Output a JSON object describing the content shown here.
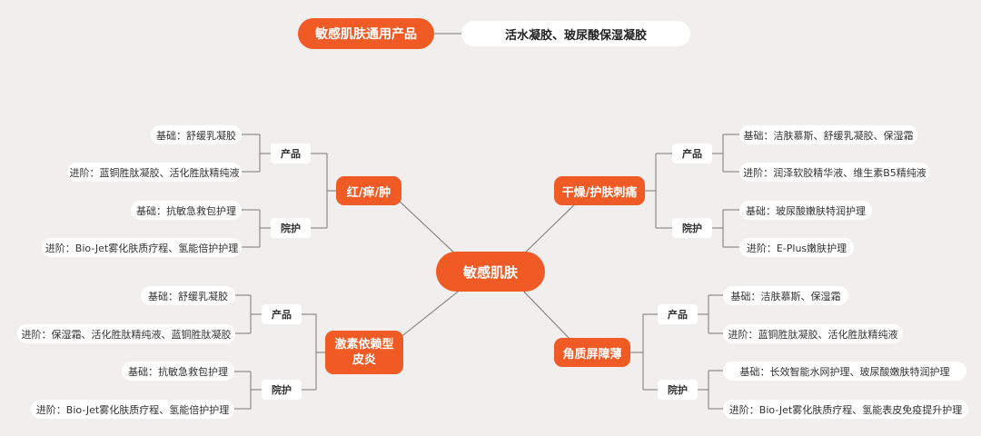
{
  "header": {
    "title": "敏感肌肤通用产品",
    "value": "活水凝胶、玻尿酸保湿凝胶"
  },
  "center": "敏感肌肤",
  "branches": {
    "top_left": {
      "label": "红/痒/肿",
      "product_label": "产品",
      "product_basic": "基础：舒缓乳凝胶",
      "product_advanced": "进阶：蓝铜胜肽凝胶、活化胜肽精纯液",
      "care_label": "院护",
      "care_basic": "基础：抗敏急救包护理",
      "care_advanced": "进阶：Bio-Jet雾化肤质疗程、氢能倍护护理"
    },
    "bottom_left": {
      "label_line1": "激素依赖型",
      "label_line2": "皮炎",
      "product_label": "产品",
      "product_basic": "基础：舒缓乳凝胶",
      "product_advanced": "进阶：保湿霜、活化胜肽精纯液、蓝铜胜肽凝胶",
      "care_label": "院护",
      "care_basic": "基础：抗敏急救包护理",
      "care_advanced": "进阶：Bio-Jet雾化肤质疗程、氢能倍护护理"
    },
    "top_right": {
      "label": "干燥/护肤刺痛",
      "product_label": "产品",
      "product_basic": "基础：洁肤慕斯、舒缓乳凝胶、保湿霜",
      "product_advanced": "进阶：润泽软胶精华液、维生素B5精纯液",
      "care_label": "院护",
      "care_basic": "基础：玻尿酸嫩肤特润护理",
      "care_advanced": "进阶：E-Plus嫩肤护理"
    },
    "bottom_right": {
      "label": "角质屏障薄",
      "product_label": "产品",
      "product_basic": "基础：洁肤慕斯、保湿霜",
      "product_advanced": "进阶：蓝铜胜肽凝胶、活化胜肽精纯液",
      "care_label": "院护",
      "care_basic": "基础：长效智能水网护理、玻尿酸嫩肤特润护理",
      "care_advanced": "进阶：Bio-Jet雾化肤质疗程、氢能表皮免疫提升护理"
    }
  },
  "colors": {
    "accent": "#f05a24",
    "line": "#777777",
    "background": "#f1efed"
  }
}
